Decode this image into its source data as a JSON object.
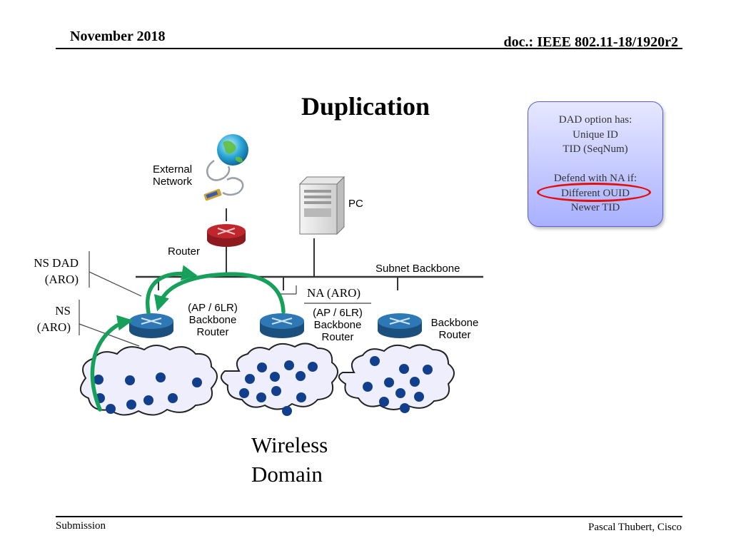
{
  "header": {
    "date": "November 2018",
    "doc_id": "doc.: IEEE 802.11-18/1920r2"
  },
  "slide": {
    "title": "Duplication"
  },
  "info_box": {
    "lines_top": [
      "DAD option has:",
      "Unique ID",
      "TID (SeqNum)"
    ],
    "lines_bottom": [
      "Defend with NA if:",
      "Different OUID",
      "Newer TID"
    ],
    "highlight_color": "#e01010"
  },
  "diagram": {
    "external_network": [
      "External",
      "Network"
    ],
    "pc": "PC",
    "router": "Router",
    "subnet_backbone": "Subnet Backbone",
    "bbr_left": [
      "(AP / 6LR)",
      "Backbone",
      "Router"
    ],
    "bbr_middle": [
      "(AP / 6LR)",
      "Backbone",
      "Router"
    ],
    "bbr_right": [
      "Backbone",
      "Router"
    ],
    "ns_dad": [
      "NS DAD",
      "(ARO)"
    ],
    "ns": [
      "NS",
      "(ARO)"
    ],
    "na": "NA (ARO)",
    "wireless_domain": [
      "Wireless",
      "Domain"
    ],
    "colors": {
      "arrow": "#16a05a",
      "router_red": "#c0272d",
      "router_blue": "#2e79b5",
      "cloud_fill": "#eeeefc",
      "node": "#123f8c"
    }
  },
  "footer": {
    "left": "Submission",
    "right": "Pascal Thubert, Cisco"
  }
}
